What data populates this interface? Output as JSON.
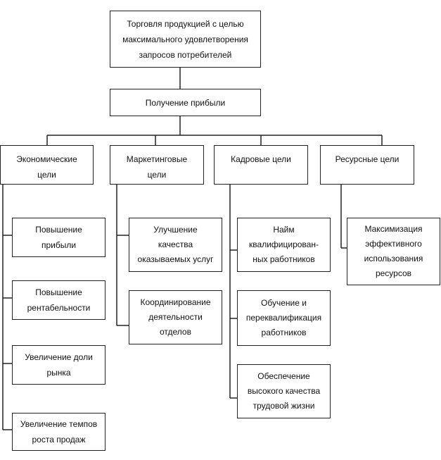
{
  "root": {
    "text": "Торговля продукцией с целью\nмаксимального удовлетворения\nзапросов потребителей"
  },
  "profit": {
    "text": "Получение прибыли"
  },
  "categories": {
    "economic": {
      "label": "Экономические\nцели"
    },
    "marketing": {
      "label": "Маркетинговые\nцели"
    },
    "personnel": {
      "label": "Кадровые цели"
    },
    "resource": {
      "label": "Ресурсные цели"
    }
  },
  "economic_items": [
    {
      "text": "Повышение\nприбыли"
    },
    {
      "text": "Повышение\nрентабельности"
    },
    {
      "text": "Увеличение доли\nрынка"
    },
    {
      "text": "Увеличение темпов\nроста продаж"
    }
  ],
  "marketing_items": [
    {
      "text": "Улучшение\nкачества\nоказываемых услуг"
    },
    {
      "text": "Координирование\nдеятельности\nотделов"
    }
  ],
  "personnel_items": [
    {
      "text": "Найм\nквалифицирован-\nных работников"
    },
    {
      "text": "Обучение и\nпереквалификация\nработников"
    },
    {
      "text": "Обеспечение\nвысокого качества\nтрудовой жизни"
    }
  ],
  "resource_items": [
    {
      "text": "Максимизация\nэффективного\nиспользования\nресурсов"
    }
  ]
}
